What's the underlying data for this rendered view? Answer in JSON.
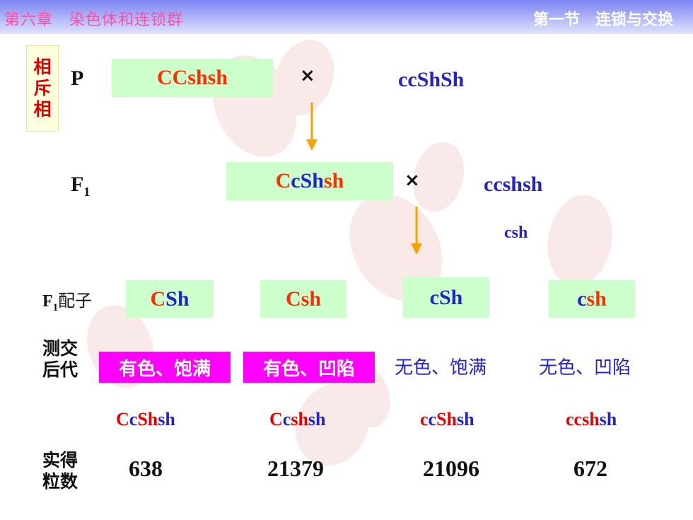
{
  "header": {
    "chapter": "第六章　染色体和连锁群",
    "section": "第一节　连锁与交换"
  },
  "phase_label": [
    "相",
    "斥",
    "相"
  ],
  "p_row": {
    "label": "P",
    "parent1": "CCshsh",
    "cross": "×",
    "parent2": "ccShSh"
  },
  "f1_row": {
    "label_main": "F",
    "label_sub": "1",
    "genotype": {
      "c1": "C",
      "c2": "c",
      "sh1": "Sh",
      "sh2": "sh"
    },
    "cross": "×",
    "tester": "ccshsh",
    "tester_gamete": "csh"
  },
  "gametes": {
    "label_main": "F",
    "label_sub": "1",
    "label_rest": "配子",
    "items": [
      {
        "c": "C",
        "s": "Sh"
      },
      {
        "c": "C",
        "s": "sh"
      },
      {
        "c": "c",
        "s": "Sh"
      },
      {
        "c": "c",
        "s": "sh"
      }
    ]
  },
  "testcross": {
    "label": [
      "测交",
      "后代"
    ],
    "phenotypes": [
      "有色、饱满",
      "有色、凹陷",
      "无色、饱满",
      "无色、凹陷"
    ],
    "genotypes": [
      {
        "a": "C",
        "b": "c",
        "c": "Sh",
        "d": "sh"
      },
      {
        "a": "C",
        "b": "c",
        "c": "sh",
        "d": "sh"
      },
      {
        "a": "c",
        "b": "c",
        "c": "Sh",
        "d": "sh"
      },
      {
        "a": "c",
        "b": "c",
        "c": "sh",
        "d": "sh"
      }
    ]
  },
  "counts": {
    "label": [
      "实得",
      "粒数"
    ],
    "values": [
      "638",
      "21379",
      "21096",
      "672"
    ]
  },
  "colors": {
    "red": "#ff2d00",
    "blue": "#2323c8",
    "green_box": "#ccffcc",
    "magenta_box": "#ff00ff",
    "arrow": "#f5a300",
    "header_top": "#7c83f0"
  }
}
